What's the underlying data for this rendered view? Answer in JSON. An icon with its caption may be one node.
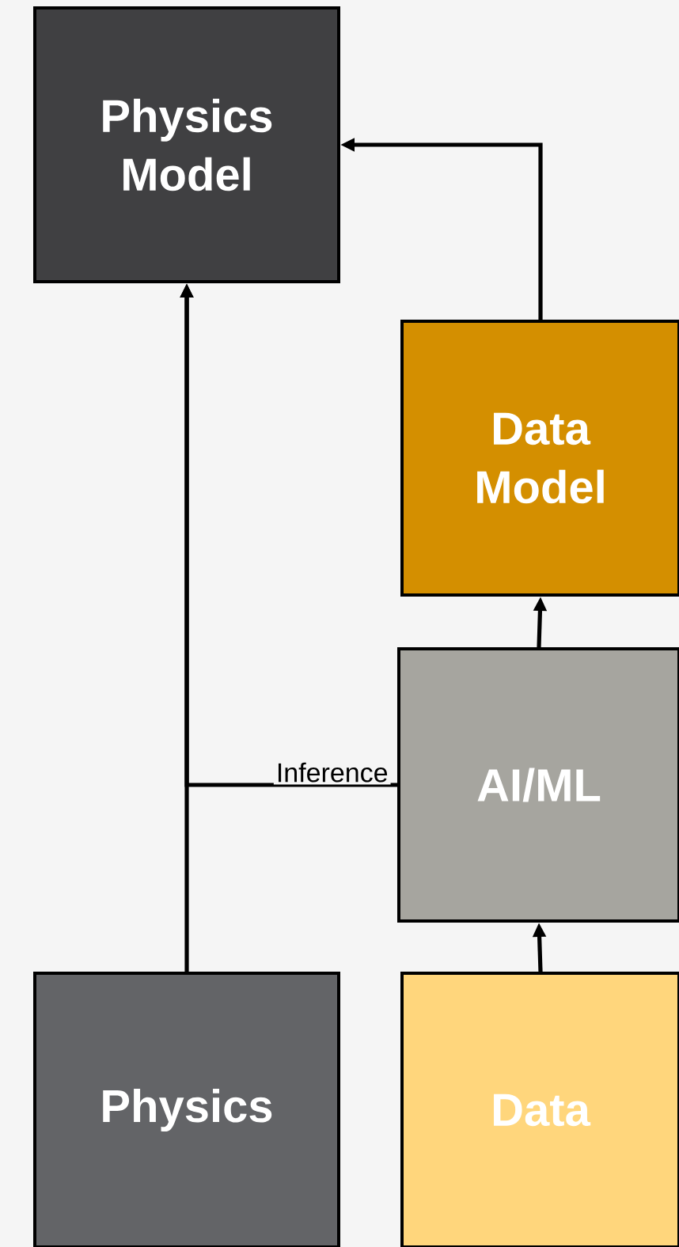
{
  "diagram": {
    "nodes": [
      {
        "text": [
          "Physics Model"
        ]
      },
      {
        "text": [
          "Data Model"
        ]
      },
      {
        "text": [
          "AI/ML"
        ]
      },
      {
        "text": [
          "Physics"
        ]
      },
      {
        "text": [
          "Data"
        ]
      }
    ],
    "edges": [
      {
        "from": 1,
        "to": 0,
        "arrow": "to"
      },
      {
        "from": 2,
        "to": 1,
        "arrow": "to"
      },
      {
        "from": 4,
        "to": 2,
        "arrow": "to"
      },
      {
        "from": 3,
        "to": 0,
        "arrow": "to"
      },
      {
        "from": 2,
        "to": 0,
        "arrow": "to",
        "label": "Inference"
      }
    ]
  }
}
